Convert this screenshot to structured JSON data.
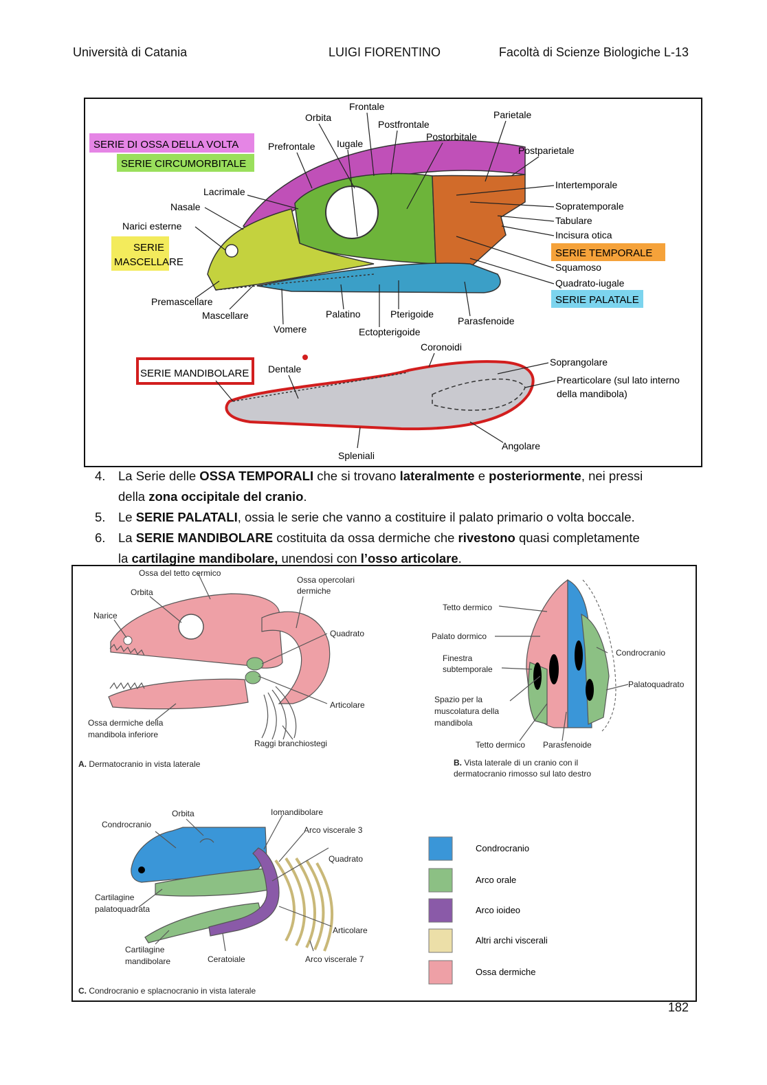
{
  "header": {
    "left": "Università di Catania",
    "center": "LUIGI FIORENTINO",
    "right": "Facoltà di Scienze Biologiche L-13"
  },
  "figure1": {
    "series_labels": {
      "volta": "SERIE DI OSSA DELLA VOLTA",
      "circumorbitale": "SERIE CIRCUMORBITALE",
      "mascellare_1": "SERIE",
      "mascellare_2": "MASCELLARE",
      "temporale": "SERIE TEMPORALE",
      "palatale": "SERIE PALATALE",
      "mandibolare": "SERIE MANDIBOLARE"
    },
    "labels": {
      "frontale": "Frontale",
      "orbita": "Orbita",
      "postfrontale": "Postfrontale",
      "parietale": "Parietale",
      "postorbitale": "Postorbitale",
      "prefrontale": "Prefrontale",
      "iugale": "Iugale",
      "postparietale": "Postparietale",
      "intertemporale": "Intertemporale",
      "lacrimale": "Lacrimale",
      "nasale": "Nasale",
      "sopratemporale": "Sopratemporale",
      "tabulare": "Tabulare",
      "narici": "Narici esterne",
      "incisura": "Incisura otica",
      "squamoso": "Squamoso",
      "quadrato_iugale": "Quadrato-iugale",
      "premascellare": "Premascellare",
      "mascellare": "Mascellare",
      "vomere": "Vomere",
      "palatino": "Palatino",
      "pterigoide": "Pterigoide",
      "ectopterigoide": "Ectopterigoide",
      "parasfenoide": "Parasfenoide",
      "coronoidi": "Coronoidi",
      "soprangolare": "Soprangolare",
      "dentale": "Dentale",
      "prearticolare_1": "Prearticolare (sul lato interno",
      "prearticolare_2": "della mandibola)",
      "angolare": "Angolare",
      "spleniali": "Spleniali"
    }
  },
  "list": [
    {
      "num": "4.",
      "line1": [
        "La Serie delle ",
        "OSSA TEMPORALI",
        " che si trovano ",
        "lateralmente",
        " e ",
        "posteriormente",
        ", nei pressi"
      ],
      "line2": [
        "della ",
        "zona occipitale del cranio",
        "."
      ]
    },
    {
      "num": "5.",
      "line1": [
        "Le ",
        "SERIE PALATALI",
        ", ossia le serie che vanno a costituire il palato primario o volta boccale."
      ]
    },
    {
      "num": "6.",
      "line1": [
        "La ",
        "SERIE MANDIBOLARE",
        " costituita da ossa dermiche che ",
        "rivestono",
        " quasi completamente"
      ],
      "line2": [
        "la ",
        "cartilagine mandibolare,",
        " unendosi con ",
        "l’osso articolare",
        "."
      ]
    }
  ],
  "figure2": {
    "A": {
      "tetto": "Ossa del tetto cermico",
      "orbita": "Orbita",
      "narice": "Narice",
      "opercolari_1": "Ossa opercolari",
      "opercolari_2": "dermiche",
      "quadrato": "Quadrato",
      "articolare": "Articolare",
      "mandibola_1": "Ossa dermiche della",
      "mandibola_2": "mandibola inferiore",
      "raggi": "Raggi branchiostegi",
      "caption_letter": "A.",
      "caption": " Dermatocranio in vista laterale"
    },
    "B": {
      "tetto": "Tetto dermico",
      "palato": "Palato dormico",
      "finestra_1": "Finestra",
      "finestra_2": "subtemporale",
      "condrocranio": "Condrocranio",
      "palatoquadrato": "Palatoquadrato",
      "spazio_1": "Spazio per la",
      "spazio_2": "muscolatura della",
      "spazio_3": "mandibola",
      "tetto2": "Tetto dermico",
      "parasfenoide": "Parasfenoide",
      "caption_letter": "B.",
      "caption_1": " Vista laterale di un cranio con il",
      "caption_2": "dermatocranio rimosso sul lato destro"
    },
    "C": {
      "orbita": "Orbita",
      "iomandibolare": "Iomandibolare",
      "condrocranio": "Condrocranio",
      "arco3": "Arco viscerale 3",
      "quadrato": "Quadrato",
      "palato_1": "Cartilagine",
      "palato_2": "palatoquadrata",
      "articolare": "Articolare",
      "mandib_1": "Cartilagine",
      "mandib_2": "mandibolare",
      "ceratoiale": "Ceratoiale",
      "arco7": "Arco viscerale 7",
      "caption_letter": "C.",
      "caption": " Condrocranio e splacnocranio in vista laterale"
    },
    "legend": [
      {
        "label": "Condrocranio",
        "color": "#3a96d8"
      },
      {
        "label": "Arco orale",
        "color": "#8cc084"
      },
      {
        "label": "Arco ioideo",
        "color": "#8a5aa8"
      },
      {
        "label": "Altri archi viscerali",
        "color": "#ecdfa8"
      },
      {
        "label": "Ossa dermiche",
        "color": "#eea0a6"
      }
    ]
  },
  "page_number": "182"
}
